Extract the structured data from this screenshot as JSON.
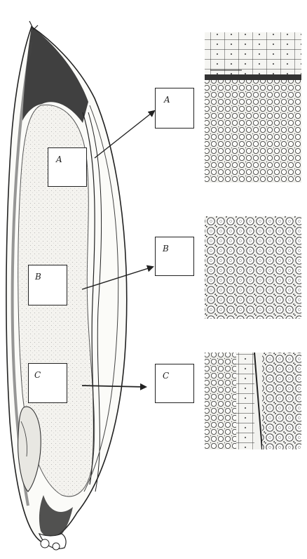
{
  "diagram": {
    "labels": {
      "grain_a": "A",
      "grain_b": "B",
      "grain_c": "C",
      "detail_a": "A",
      "detail_b": "B",
      "detail_c": "C"
    },
    "colors": {
      "ink": "#222222",
      "paper": "#ffffff",
      "endosperm": "#f4f3ef",
      "micrograph_bg": "#f1f1ee",
      "stipple": "#9a9a9a"
    }
  }
}
